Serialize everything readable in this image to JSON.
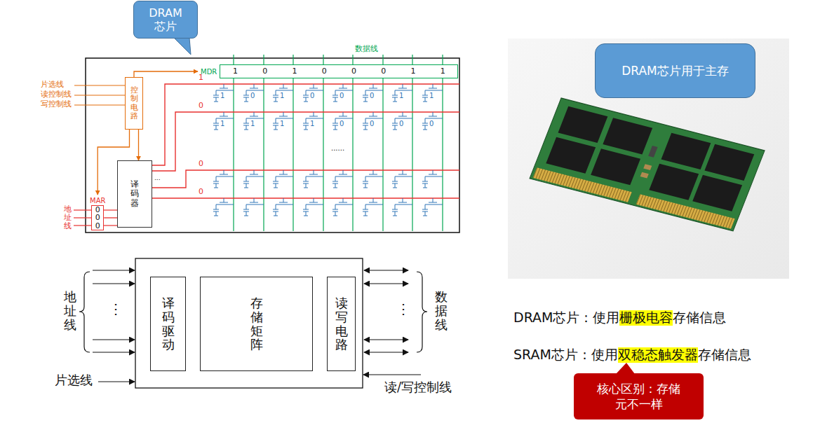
{
  "diagram": {
    "nodes": [
      {
        "text": [
          "DRAM 芯片"
        ]
      },
      {
        "text": [
          "控制电路"
        ]
      },
      {
        "text": [
          "MDR",
          "1",
          "0",
          "1",
          "0",
          "0",
          "0",
          "1",
          "1"
        ]
      },
      {
        "text": [
          "译码器"
        ]
      },
      {
        "text": [
          "MAR",
          "0",
          "0",
          "0"
        ]
      },
      {
        "text": [
          "译码驱动"
        ]
      },
      {
        "text": [
          "存储矩阵"
        ]
      },
      {
        "text": [
          "读写电路"
        ]
      },
      {
        "text": [
          "DRAM芯片用于主存"
        ]
      },
      {
        "text": [
          "核心区别：存储元不一样"
        ]
      }
    ],
    "edges": [
      {
        "from": 1,
        "to": 2,
        "arrow": "to"
      },
      {
        "from": 1,
        "to": 3,
        "arrow": "to"
      },
      {
        "from": 1,
        "to": 4,
        "arrow": "to"
      },
      {
        "from": 4,
        "to": 3,
        "arrow": "none"
      }
    ],
    "labels": [
      "数据线",
      "片选线",
      "读控制线",
      "写控制线",
      "1",
      "0",
      "0",
      "0",
      "1",
      "0",
      "1",
      "0",
      "0",
      "0",
      "1",
      "1",
      "1",
      "1",
      "1",
      "1",
      "0",
      "0",
      "0",
      "0",
      "......",
      "...",
      "地址线",
      "地址线",
      "⋮",
      "⋮",
      "数据线",
      "片选线",
      "读/写控制线",
      "DRAM芯片：使用",
      "栅极电容",
      "存储信息",
      "SRAM芯片：使用",
      "双稳态触发器",
      "存储信息"
    ]
  }
}
